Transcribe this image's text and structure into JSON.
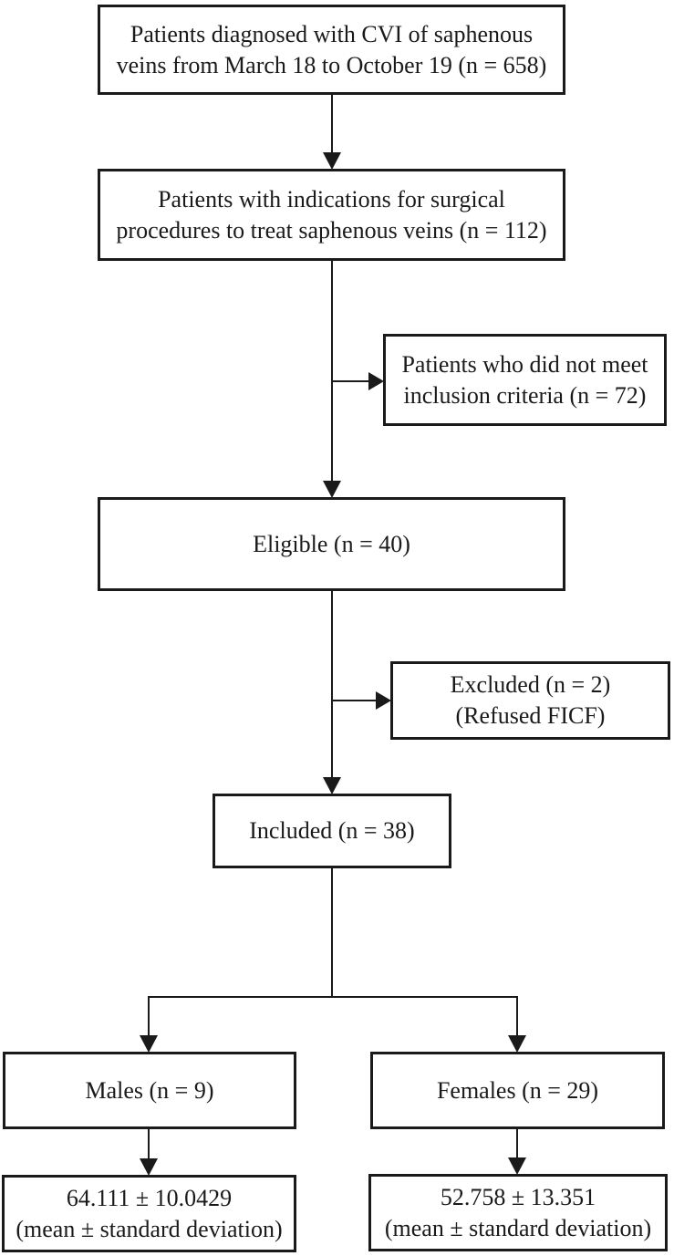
{
  "figure": {
    "type": "flowchart",
    "description_visible": false
  },
  "colors": {
    "ink": "#1a1a1a",
    "background": "#ffffff"
  },
  "flow": {
    "diagnosed": {
      "lines": [
        "Patients diagnosed with CVI of saphenous",
        "veins from March 18 to October 19 (n = 658)"
      ],
      "n": 658
    },
    "surgical": {
      "lines": [
        "Patients with indications for surgical",
        "procedures to treat saphenous veins (n = 112)"
      ],
      "n": 112
    },
    "not_meeting": {
      "lines": [
        "Patients who did not meet",
        "inclusion criteria (n = 72)"
      ],
      "n": 72
    },
    "eligible": {
      "lines": [
        "Eligible (n = 40)"
      ],
      "n": 40
    },
    "excluded": {
      "lines": [
        "Excluded (n = 2)",
        "(Refused FICF)"
      ],
      "n": 2
    },
    "included": {
      "lines": [
        "Included (n = 38)"
      ],
      "n": 38
    },
    "males": {
      "lines": [
        "Males (n = 9)"
      ],
      "n": 9
    },
    "females": {
      "lines": [
        "Females (n = 29)"
      ],
      "n": 29
    },
    "males_stats": {
      "lines": [
        "64.111 ± 10.0429",
        "(mean ± standard deviation)"
      ]
    },
    "females_stats": {
      "lines": [
        "52.758 ± 13.351",
        "(mean ± standard deviation)"
      ]
    }
  }
}
